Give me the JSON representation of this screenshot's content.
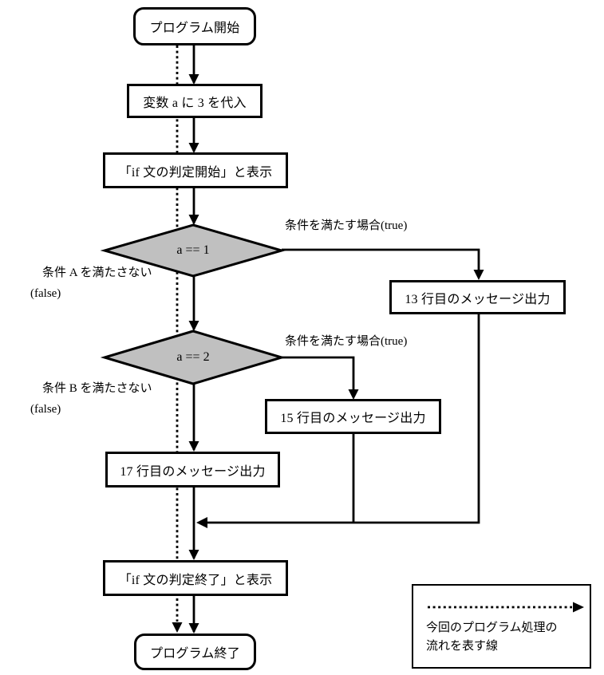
{
  "nodes": {
    "start": {
      "label": "プログラム開始",
      "type": "terminal"
    },
    "assign": {
      "label": "変数 a に 3 を代入",
      "type": "process"
    },
    "if_start": {
      "label": "「if 文の判定開始」と表示",
      "type": "process"
    },
    "cond1": {
      "label": "a == 1",
      "type": "decision"
    },
    "out13": {
      "label": "13 行目のメッセージ出力",
      "type": "process"
    },
    "cond2": {
      "label": "a == 2",
      "type": "decision"
    },
    "out15": {
      "label": "15 行目のメッセージ出力",
      "type": "process"
    },
    "out17": {
      "label": "17 行目のメッセージ出力",
      "type": "process"
    },
    "if_end": {
      "label": "「if 文の判定終了」と表示",
      "type": "process"
    },
    "end": {
      "label": "プログラム終了",
      "type": "terminal"
    }
  },
  "edge_labels": {
    "cond1_true": "条件を満たす場合(true)",
    "cond1_false": {
      "line1": "条件 A を満たさない",
      "line2": "(false)"
    },
    "cond2_true": "条件を満たす場合(true)",
    "cond2_false": {
      "line1": "条件 B を満たさない",
      "line2": "(false)"
    }
  },
  "legend": {
    "icon": "dotted-arrow-icon",
    "line1": "今回のプログラム処理の",
    "line2": "流れを表す線"
  },
  "colors": {
    "line": "#000000",
    "decision_fill": "#c0c0c0",
    "node_fill": "#ffffff",
    "background": "#ffffff"
  }
}
